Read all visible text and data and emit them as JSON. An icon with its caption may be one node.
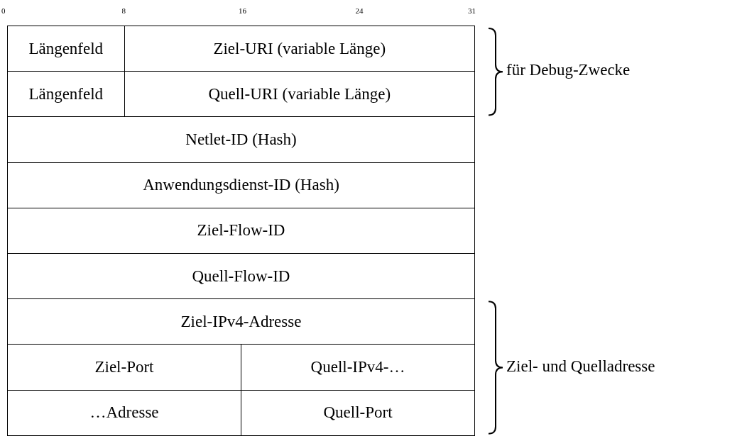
{
  "diagram": {
    "nodes": [
      {
        "text": [
          "Längenfeld"
        ]
      },
      {
        "text": [
          "Ziel-URI (variable Länge)"
        ]
      },
      {
        "text": [
          "Längenfeld"
        ]
      },
      {
        "text": [
          "Quell-URI (variable Länge)"
        ]
      },
      {
        "text": [
          "Netlet-ID (Hash)"
        ]
      },
      {
        "text": [
          "Anwendungsdienst-ID (Hash)"
        ]
      },
      {
        "text": [
          "Ziel-Flow-ID"
        ]
      },
      {
        "text": [
          "Quell-Flow-ID"
        ]
      },
      {
        "text": [
          "Ziel-IPv4-Adresse"
        ]
      },
      {
        "text": [
          "Ziel-Port"
        ]
      },
      {
        "text": [
          "Quell-IPv4-…"
        ]
      },
      {
        "text": [
          "…Adresse"
        ]
      },
      {
        "text": [
          "Quell-Port"
        ]
      }
    ],
    "labels": [
      "0",
      "8",
      "16",
      "24",
      "31",
      "für Debug-Zwecke",
      "Ziel- und Quelladresse"
    ]
  }
}
